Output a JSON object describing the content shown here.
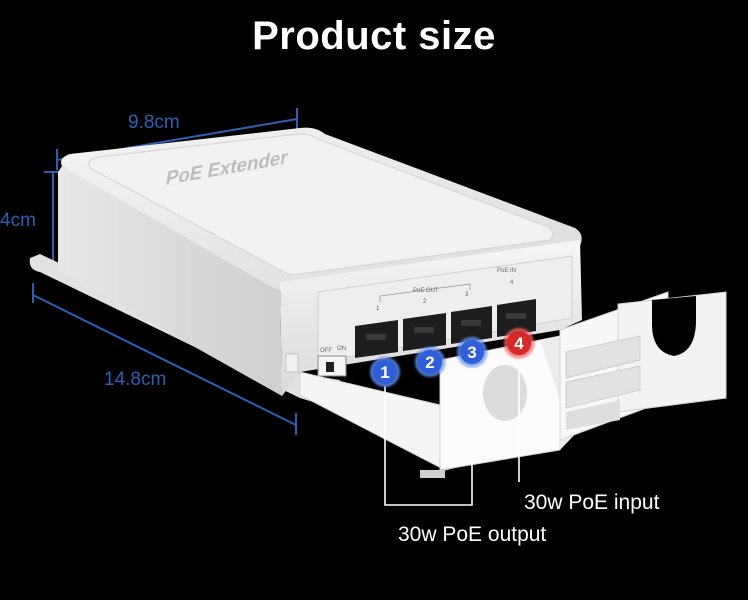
{
  "title": "Product size",
  "dimensions": {
    "width": "9.8cm",
    "height": "4cm",
    "length": "14.8cm"
  },
  "device": {
    "top_label": "PoE Extender",
    "port_header_out": "PoE OUT",
    "port_header_in": "PoE IN",
    "port_numbers": [
      "1",
      "2",
      "3",
      "4"
    ],
    "switch_off": "OFF",
    "switch_on": "ON"
  },
  "badges": [
    {
      "number": "1",
      "color": "#2f5fd6"
    },
    {
      "number": "2",
      "color": "#2f5fd6"
    },
    {
      "number": "3",
      "color": "#2f5fd6"
    },
    {
      "number": "4",
      "color": "#d42a2a"
    }
  ],
  "labels": {
    "input": "30w PoE input",
    "output": "30w PoE output"
  },
  "colors": {
    "background": "#000000",
    "dimension_lines": "#2f5fb3",
    "output_badge": "#2f5fd6",
    "input_badge": "#d42a2a"
  }
}
